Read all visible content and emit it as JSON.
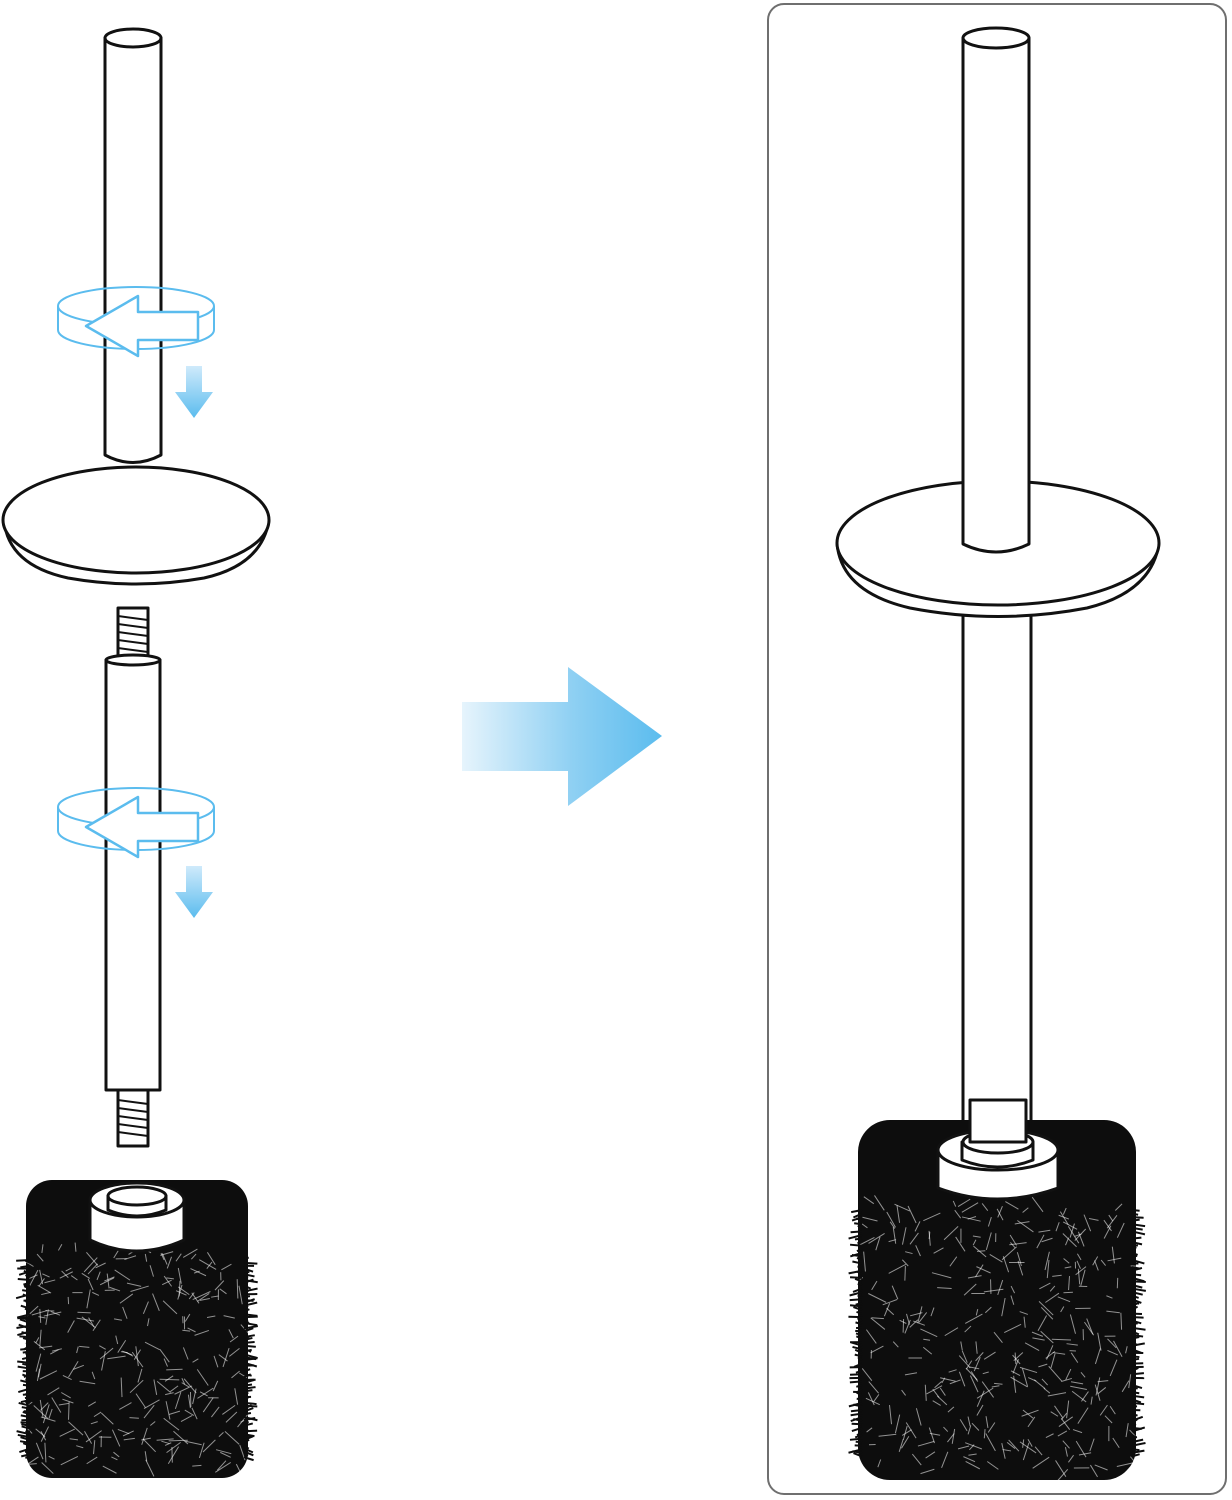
{
  "diagram": {
    "type": "assembly-instructions",
    "labels": [],
    "steps": [
      {
        "part": "upper-handle-rod",
        "action": "rotate-and-push-down"
      },
      {
        "part": "drip-disc",
        "action": "slide-onto-thread"
      },
      {
        "part": "lower-handle-rod",
        "action": "rotate-and-push-down"
      },
      {
        "part": "brush-head",
        "action": "receive-thread"
      }
    ],
    "result": "assembled-toilet-brush"
  },
  "colors": {
    "outline": "#111111",
    "accent_blue": "#5bbcee",
    "accent_blue_light": "#e6f4fc",
    "panel_border": "#6f6f6f",
    "background": "#ffffff"
  },
  "icons": [
    "rotate-icon",
    "down-arrow-icon",
    "right-arrow-icon"
  ]
}
